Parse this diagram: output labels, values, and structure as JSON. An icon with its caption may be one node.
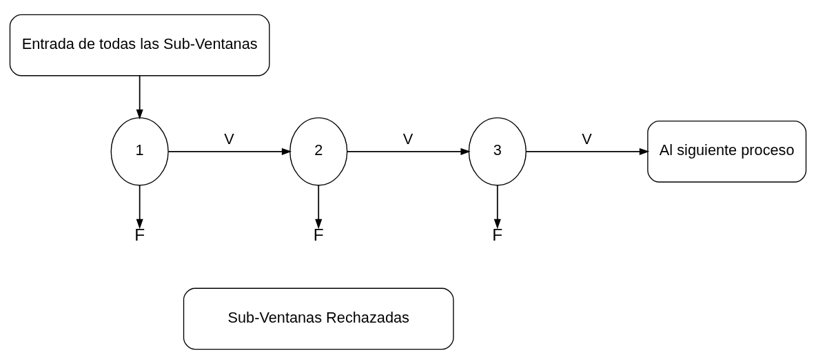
{
  "diagram": {
    "nodes": [
      {
        "text": [
          "Entrada de todas las Sub-Ventanas"
        ]
      },
      {
        "text": [
          "1"
        ]
      },
      {
        "text": [
          "2"
        ]
      },
      {
        "text": [
          "3"
        ]
      },
      {
        "text": [
          "Al siguiente proceso"
        ]
      },
      {
        "text": [
          "Sub-Ventanas Rechazadas"
        ]
      }
    ],
    "edges": [
      {
        "from": 0,
        "to": 1,
        "arrow": "to"
      },
      {
        "from": 1,
        "to": 2,
        "arrow": "to",
        "label": "V"
      },
      {
        "from": 2,
        "to": 3,
        "arrow": "to",
        "label": "V"
      },
      {
        "from": 3,
        "to": 4,
        "arrow": "to",
        "label": "V"
      },
      {
        "from": 1,
        "to": null,
        "arrow": "to",
        "label": "F"
      },
      {
        "from": 2,
        "to": null,
        "arrow": "to",
        "label": "F"
      },
      {
        "from": 3,
        "to": null,
        "arrow": "to",
        "label": "F"
      }
    ]
  }
}
